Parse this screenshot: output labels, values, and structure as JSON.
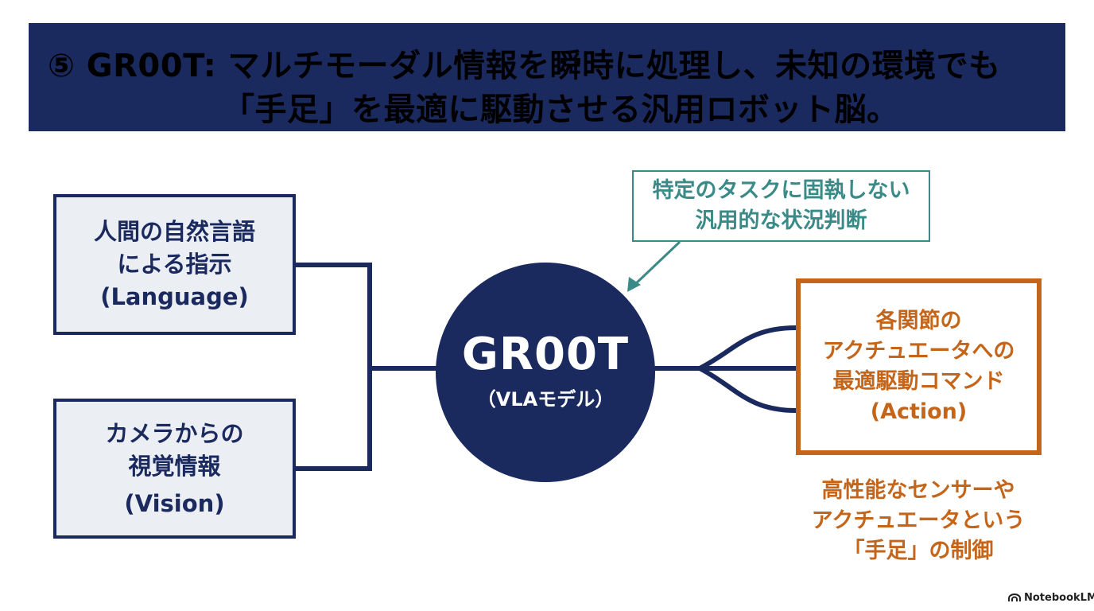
{
  "title": {
    "line1": "⑤ GR00T: マルチモーダル情報を瞬時に処理し、未知の環境でも",
    "line2": "「手足」を最適に駆動させる汎用ロボット脳。"
  },
  "inputs": {
    "language": {
      "lines": [
        "人間の自然言語",
        "による指示",
        "(Language)"
      ]
    },
    "vision": {
      "lines": [
        "カメラからの",
        "視覚情報",
        "(Vision)"
      ]
    }
  },
  "core": {
    "name": "GR00T",
    "subtitle": "（VLAモデル）"
  },
  "callout": {
    "lines": [
      "特定のタスクに固執しない",
      "汎用的な状況判断"
    ]
  },
  "output": {
    "lines": [
      "各関節の",
      "アクチュエータへの",
      "最適駆動コマンド",
      "(Action)"
    ]
  },
  "hardware_note": {
    "lines": [
      "高性能なセンサーや",
      "アクチュエータという",
      "「手足」の制御"
    ]
  },
  "brand": {
    "label": "NotebookLM"
  },
  "colors": {
    "navy": "#1b2a5e",
    "teal": "#3a8a87",
    "orange": "#c4651a",
    "box_fill": "#ebeef2"
  }
}
